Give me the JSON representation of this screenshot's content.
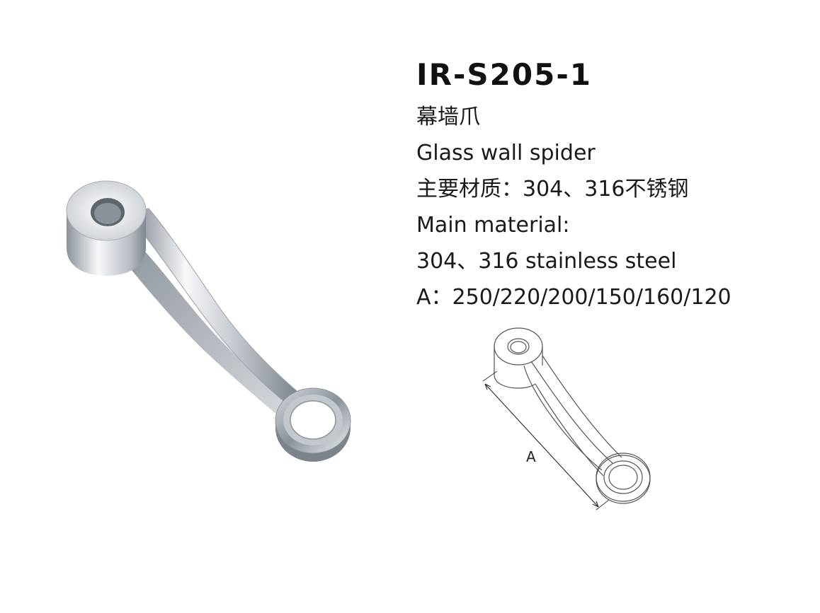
{
  "product": {
    "model": "IR-S205-1",
    "name_cn": "幕墙爪",
    "name_en": "Glass wall spider",
    "material_cn": "主要材质：304、316不锈钢",
    "material_en_label": "Main material:",
    "material_en_value": "304、316 stainless steel",
    "dimension_a": "A：250/220/200/150/160/120"
  },
  "drawing": {
    "dimension_label": "A"
  },
  "colors": {
    "text": "#1a1a1a",
    "steel_light": "#f4f6f8",
    "steel_dark": "#7d848c",
    "line_drawing": "#555555"
  }
}
